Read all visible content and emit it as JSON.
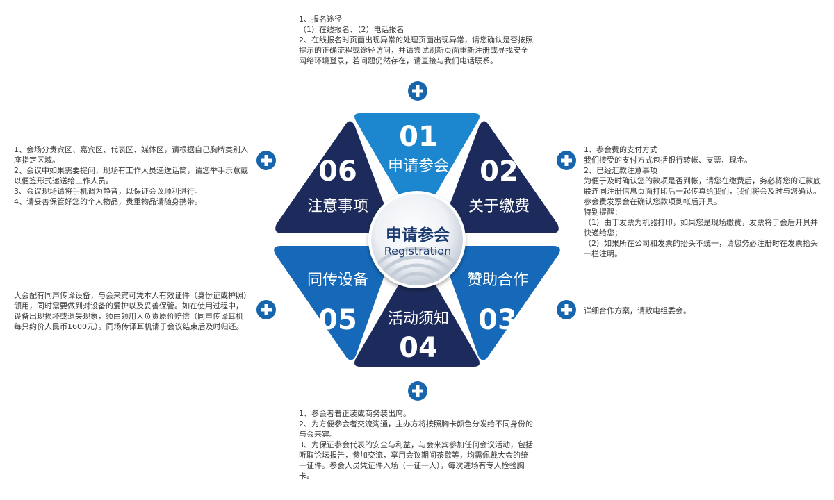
{
  "colors": {
    "dark_navy": "#1c2b5b",
    "blue": "#1669b8",
    "light_blue": "#1c86cf",
    "plus_icon": "#1766ad"
  },
  "center": {
    "title": "申请参会",
    "subtitle": "Registration"
  },
  "segments": [
    {
      "num": "01",
      "label": "申请参会"
    },
    {
      "num": "02",
      "label": "关于缴费"
    },
    {
      "num": "03",
      "label": "赞助合作"
    },
    {
      "num": "04",
      "label": "活动须知"
    },
    {
      "num": "05",
      "label": "同传设备"
    },
    {
      "num": "06",
      "label": "注意事项"
    }
  ],
  "texts": {
    "top": "1、报名途径\n（1）在线报名、（2）电话报名\n2、在线报名时页面出现异常的处理页面出现异常，请您确认是否按照提示的正确流程或途径访问，并请尝试刷新页面重新注册或寻找安全网络环境登录，若问题仍然存在，请直接与我们电话联系。",
    "right_1": "1、参会费的支付方式\n我们接受的支付方式包括银行转帐、支票、现金。\n2、已经汇款注意事项\n为便于及时确认您的款项是否到帐，请您在缴费后，务必将您的汇款底联连同注册信息页面打印后一起传真给我们，我们将会及时与您确认。\n参会费发票会在确认您款项到帐后开具。\n特别提醒：\n（1）由于发票为机器打印，如果您是现场缴费，发票将于会后开具并快递给您；\n（2）如果所在公司和发票的抬头不统一，请您务必注册时在发票抬头一栏注明。",
    "right_2": "详细合作方案，请致电组委会。",
    "bottom": "1、参会者着正装或商务装出席。\n2、为方便参会者交流沟通，主办方将按照胸卡颜色分发给不同身份的与会来宾。\n3、为保证参会代表的安全与利益，与会来宾参加任何会议活动，包括听取论坛报告，参加交流，享用会议期间茶歇等，均需佩戴大会的统一证件。参会人员凭证件入场（一证一人），每次进场有专人检验胸卡。",
    "left_2": "大会配有同声传译设备，与会来宾可凭本人有效证件（身份证或护照）领用，同时需要做到对设备的爱护以及妥善保管。如在使用过程中，设备出现损坏或遗失现象，须由领用人负责原价赔偿（同声传译耳机每只约价人民币1600元）。同场传译耳机请于会议结束后及时归还。",
    "left_1": "1、会场分贵宾区、嘉宾区、代表区、媒体区，请根据自己胸牌类别入座指定区域。\n2、会议中如果需要提问，现场有工作人员递送话筒，请您举手示意或以便签形式递送给工作人员。\n3、会议现场请将手机调为静音，以保证会议顺利进行。\n4、请妥善保管好您的个人物品，贵重物品请随身携带。"
  }
}
